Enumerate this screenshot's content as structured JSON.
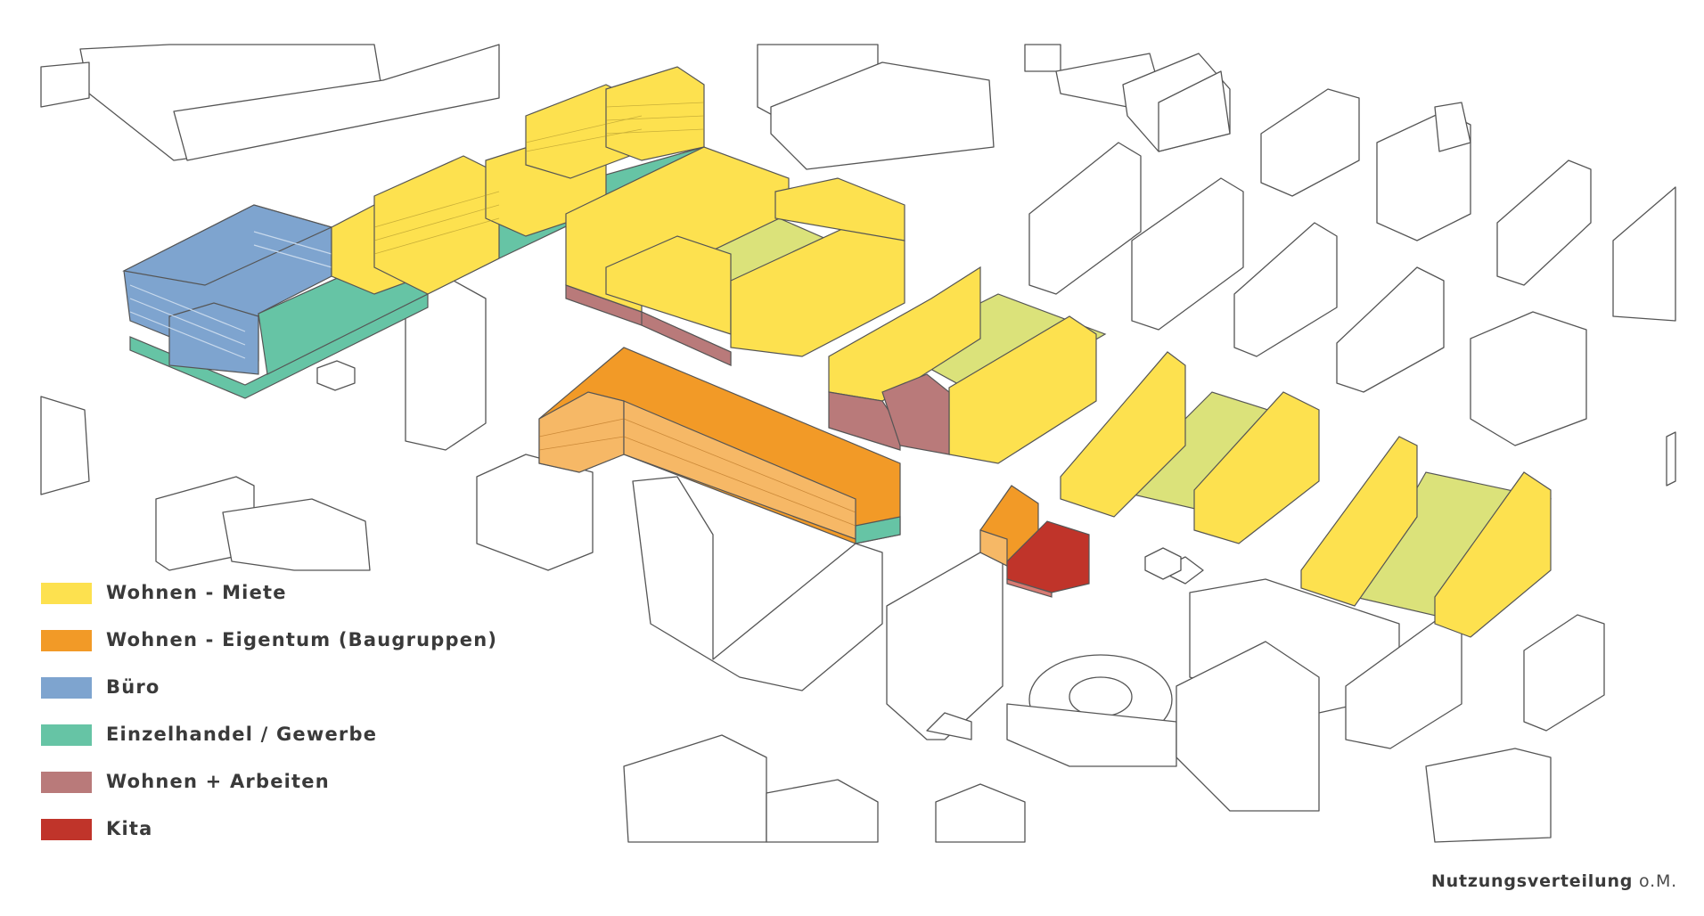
{
  "legend": {
    "items": [
      {
        "label": "Wohnen - Miete",
        "color": "#fde14f"
      },
      {
        "label": "Wohnen - Eigentum (Baugruppen)",
        "color": "#f29a27"
      },
      {
        "label": "Büro",
        "color": "#7ea4cf"
      },
      {
        "label": "Einzelhandel / Gewerbe",
        "color": "#66c4a5"
      },
      {
        "label": "Wohnen + Arbeiten",
        "color": "#b97a7a"
      },
      {
        "label": "Kita",
        "color": "#c0342a"
      }
    ]
  },
  "caption": {
    "title": "Nutzungsverteilung",
    "suffix": "o.M."
  },
  "colors": {
    "courtyard": "#dbe27a",
    "outline": "#555555"
  }
}
